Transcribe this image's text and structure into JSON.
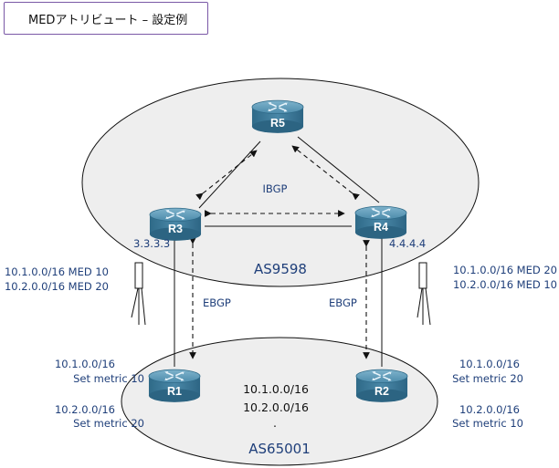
{
  "title": "MEDアトリビュート – 設定例",
  "as_top": "AS9598",
  "as_bottom": "AS65001",
  "routers": {
    "r1": "R1",
    "r2": "R2",
    "r3": "R3",
    "r4": "R4",
    "r5": "R5"
  },
  "router_ids": {
    "r3": "3.3.3.3",
    "r4": "4.4.4.4"
  },
  "links": {
    "ibgp": "IBGP",
    "ebgp_left": "EBGP",
    "ebgp_right": "EBGP"
  },
  "r3_received": [
    "10.1.0.0/16 MED 10",
    "10.2.0.0/16 MED 20"
  ],
  "r4_received": [
    "10.1.0.0/16 MED 20",
    "10.2.0.0/16 MED 10"
  ],
  "r1_config": [
    "10.1.0.0/16",
    "Set metric 10",
    "10.2.0.0/16",
    "Set metric 20"
  ],
  "r2_config": [
    "10.1.0.0/16",
    "Set metric 20",
    "10.2.0.0/16",
    "Set metric 10"
  ],
  "networks": [
    "10.1.0.0/16",
    "10.2.0.0/16",
    "."
  ],
  "colors": {
    "label_text": "#1f3f7a",
    "router_body": "#3f7fa0",
    "title_border": "#7a58a6"
  }
}
